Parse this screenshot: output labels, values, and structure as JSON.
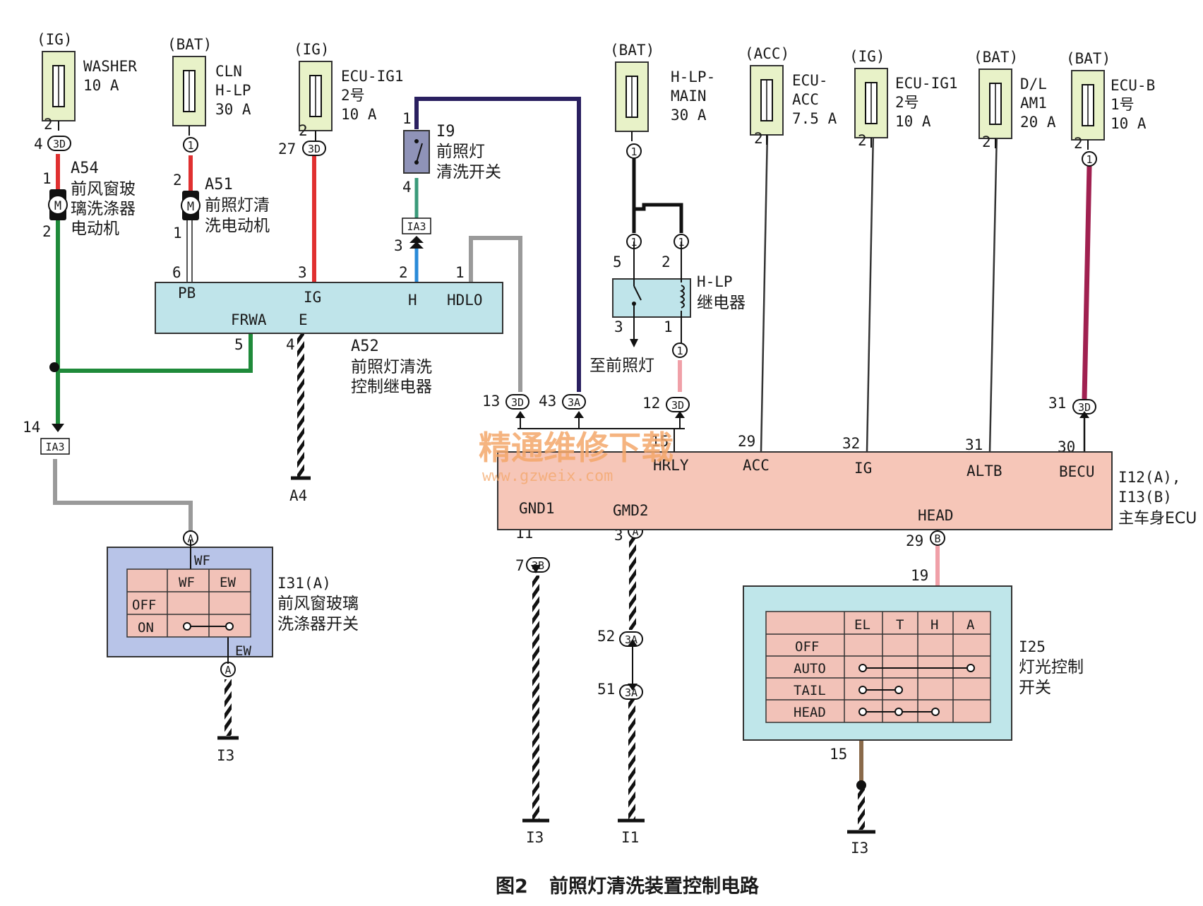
{
  "caption": {
    "number": "图2",
    "title": "前照灯清洗装置控制电路"
  },
  "watermark": {
    "main": "精通维修下载",
    "url": "www.gzweix.com"
  },
  "colors": {
    "red": "#e03030",
    "green": "#1f8a3a",
    "gray": "#9a9a9a",
    "teal": "#3a9a7a",
    "blue": "#2a8ad8",
    "navy": "#2a2060",
    "black": "#111111",
    "pink": "#f0a0a8",
    "maroon": "#a02050",
    "brown": "#8a6a4a",
    "fuse_fill": "#e8f2c8",
    "relay_fill": "#bfe4ea",
    "ecu_fill": "#f6c6b8",
    "sw_fill": "#b8c4e8",
    "sw_cell": "#f2c2b8",
    "light_fill": "#bfe6ea"
  },
  "fuses": [
    {
      "source": "(IG)",
      "lines": [
        "WASHER",
        "10 A"
      ],
      "pin": "2"
    },
    {
      "source": "(BAT)",
      "lines": [
        "CLN",
        "H-LP",
        "30 A"
      ],
      "pin": ""
    },
    {
      "source": "(IG)",
      "lines": [
        "ECU-IG1",
        "2号",
        "10 A"
      ],
      "pin": "2"
    },
    {
      "source": "(BAT)",
      "lines": [
        "H-LP-",
        "MAIN",
        "30 A"
      ],
      "pin": ""
    },
    {
      "source": "(ACC)",
      "lines": [
        "ECU-",
        "ACC",
        "7.5 A"
      ],
      "pin": "2"
    },
    {
      "source": "(IG)",
      "lines": [
        "ECU-IG1",
        "2号",
        "10 A"
      ],
      "pin": "2"
    },
    {
      "source": "(BAT)",
      "lines": [
        "D/L",
        "AM1",
        "20 A"
      ],
      "pin": "2"
    },
    {
      "source": "(BAT)",
      "lines": [
        "ECU-B",
        "1号",
        "10 A"
      ],
      "pin": "2"
    }
  ],
  "connectors": {
    "c_3d_4": "3D",
    "c_1_a51": "1",
    "c_3d_27": "3D",
    "c_1_main": "1",
    "c_1_relay5": "1",
    "c_1_relay2": "1",
    "c_1_relay1": "1",
    "c_1_becu": "1",
    "c_3d_13": "3D",
    "c_3a_43": "3A",
    "c_3d_12": "3D",
    "c_3d_31": "3D",
    "c_a_head": "A",
    "c_3b_7": "3B",
    "c_b_29": "B",
    "c_3a_52": "3A",
    "c_3a_51": "3A",
    "c_a_wf": "A",
    "c_a_ew": "A",
    "ia3_top": "IA3",
    "ia3_left": "IA3"
  },
  "pins": {
    "p4": "4",
    "p27": "27",
    "a54_1": "1",
    "a54_2": "2",
    "a51_2": "2",
    "a51_1": "1",
    "i9_1": "1",
    "i9_4": "4",
    "ia3_3": "3",
    "ia3_14": "14",
    "a52_6": "6",
    "a52_3": "3",
    "a52_2": "2",
    "a52_1": "1",
    "a52_5": "5",
    "a52_4": "4",
    "r5": "5",
    "r2": "2",
    "r3": "3",
    "r1": "1",
    "e13": "13",
    "e43": "43",
    "e12": "12",
    "e15": "15",
    "e29": "29",
    "e32": "32",
    "e31": "31",
    "e30": "30",
    "e31b": "31",
    "e11": "11",
    "e3": "3",
    "e7": "7",
    "e29b": "29",
    "e19": "19",
    "e52": "52",
    "e51": "51",
    "e15b": "15"
  },
  "components": {
    "a54": {
      "id": "A54",
      "name": [
        "前风窗玻",
        "璃洗涤器",
        "电动机"
      ],
      "motor": "M"
    },
    "a51": {
      "id": "A51",
      "name": [
        "前照灯清",
        "洗电动机"
      ],
      "motor": "M"
    },
    "i9": {
      "id": "I9",
      "name": [
        "前照灯",
        "清洗开关"
      ]
    },
    "a52": {
      "id": "A52",
      "name": [
        "前照灯清洗",
        "控制继电器"
      ],
      "terminals": {
        "pb": "PB",
        "ig": "IG",
        "h": "H",
        "hdlo": "HDLO",
        "frwa": "FRWA",
        "e": "E"
      }
    },
    "relay": {
      "id": "H-LP",
      "name": "继电器",
      "to_head": "至前照灯"
    },
    "ecu": {
      "ids": [
        "I12(A),",
        "I13(B)"
      ],
      "name": "主车身ECU",
      "terminals": {
        "hrly": "HRLY",
        "acc": "ACC",
        "ig": "IG",
        "altb": "ALTB",
        "becu": "BECU",
        "gnd1": "GND1",
        "gmd2": "GMD2",
        "head": "HEAD"
      }
    },
    "i31": {
      "id": "I31(A)",
      "name": [
        "前风窗玻璃",
        "洗涤器开关"
      ],
      "top": "WF",
      "bottom": "EW",
      "headers": [
        "WF",
        "EW"
      ],
      "rows": [
        "OFF",
        "ON"
      ]
    },
    "i25": {
      "id": "I25",
      "name": [
        "灯光控制",
        "开关"
      ],
      "headers": [
        "EL",
        "T",
        "H",
        "A"
      ],
      "rows": [
        "OFF",
        "AUTO",
        "TAIL",
        "HEAD"
      ]
    }
  },
  "grounds": {
    "a4": "A4",
    "i3_left": "I3",
    "i3_mid": "I3",
    "i1": "I1",
    "i3_right": "I3"
  }
}
